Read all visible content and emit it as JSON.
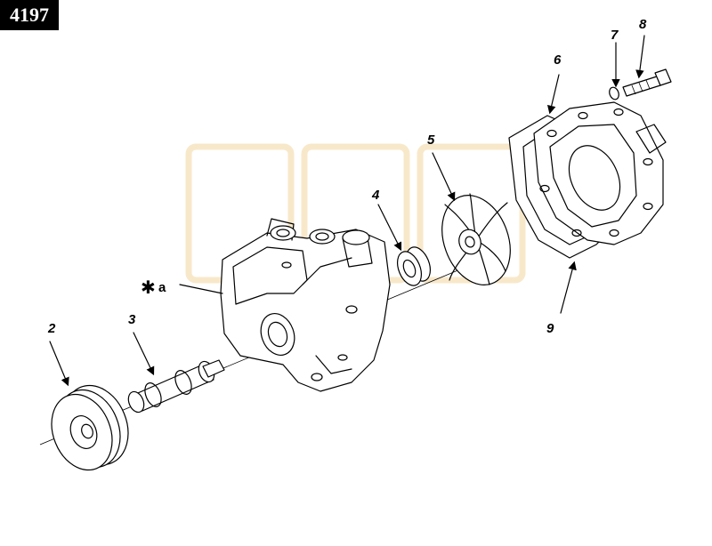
{
  "figure_number": "4197",
  "callouts": {
    "pulley": "2",
    "shaft_bearing": "3",
    "seal": "4",
    "impeller": "5",
    "cover": "6",
    "washer": "7",
    "bolt": "8",
    "gasket": "9",
    "housing_marker": "✱",
    "housing_letter": "a"
  }
}
